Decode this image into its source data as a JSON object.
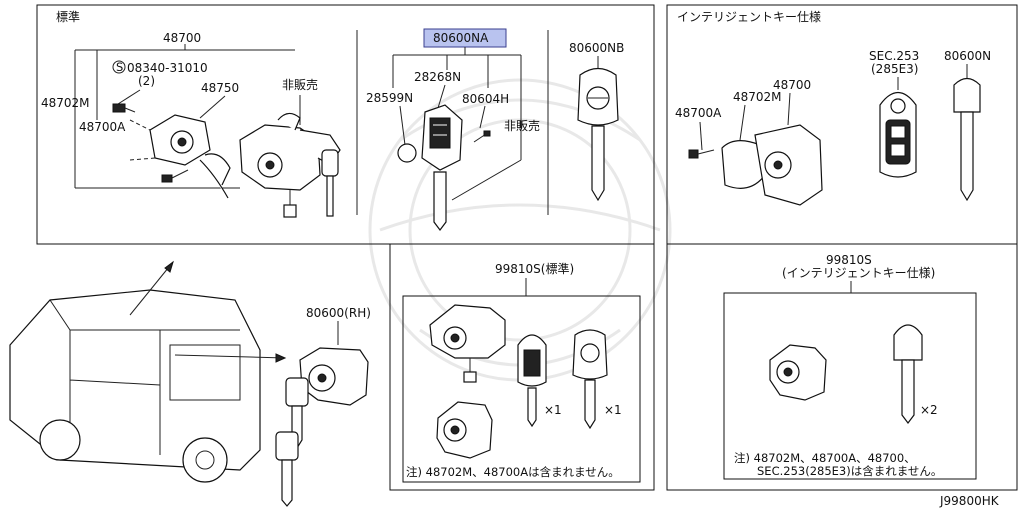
{
  "hl_color": "#b9c3ef",
  "labels": {
    "std_header": "標準",
    "p48700": "48700",
    "p08340": "08340-31010",
    "p08340_qty": "(2)",
    "p48750": "48750",
    "p48702m": "48702M",
    "p48700a": "48700A",
    "not_sold_1": "非販売",
    "p80600na": "80600NA",
    "p28268n": "28268N",
    "p28599n": "28599N",
    "p80604h": "80604H",
    "not_sold_2": "非販売",
    "p80600nb": "80600NB",
    "ik_header": "インテリジェントキー仕様",
    "ik_48702m": "48702M",
    "ik_48700": "48700",
    "ik_48700a": "48700A",
    "sec253": "SEC.253",
    "sec253_sub": "(285E3)",
    "p80600n": "80600N",
    "p80600rh": "80600(RH)",
    "kit_std_num": "99810S(標準)",
    "qty_x1a": "×1",
    "qty_x1b": "×1",
    "note_std": "注) 48702M、48700Aは含まれません。",
    "kit_ik_num": "99810S",
    "kit_ik_sub": "(インテリジェントキー仕様)",
    "qty_x2": "×2",
    "note_ik_1": "注) 48702M、48700A、48700、",
    "note_ik_2": "SEC.253(285E3)は含まれません。",
    "diagram_code": "J99800HK"
  },
  "icons": [
    "ignition-switch-icon",
    "key-icon",
    "key-fob-icon",
    "intelligent-key-icon",
    "car-icon",
    "door-lock-cylinder-icon",
    "screw-icon"
  ]
}
